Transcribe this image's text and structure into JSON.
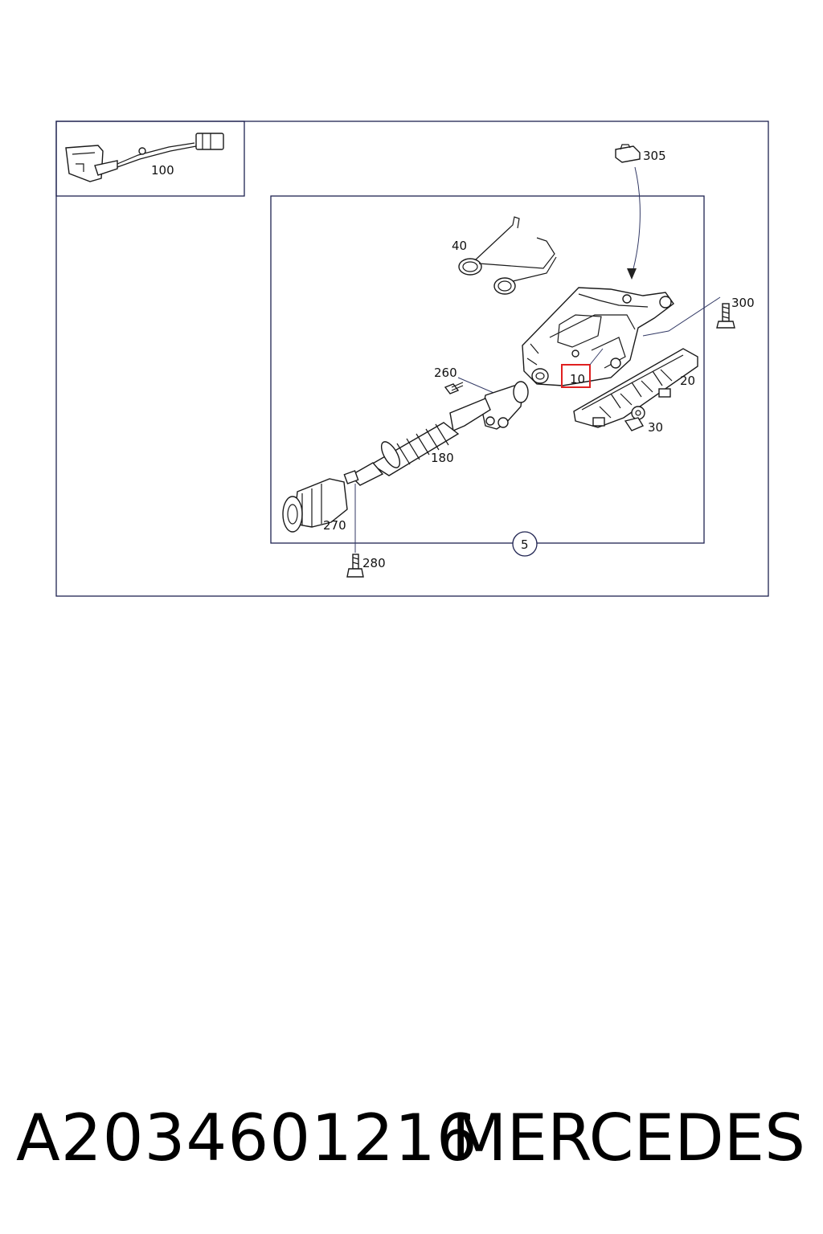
{
  "diagram": {
    "callouts": {
      "c100": "100",
      "c305": "305",
      "c40": "40",
      "c300": "300",
      "c260": "260",
      "c10": "10",
      "c20": "20",
      "c30": "30",
      "c180": "180",
      "c270": "270",
      "c5": "5",
      "c280": "280"
    },
    "highlighted_callout": "10",
    "colors": {
      "frame": "#1e2250",
      "highlight": "#e02020",
      "line": "#1a1a1a"
    }
  },
  "footer": {
    "part_number": "A2034601216",
    "brand": "MERCEDES"
  }
}
